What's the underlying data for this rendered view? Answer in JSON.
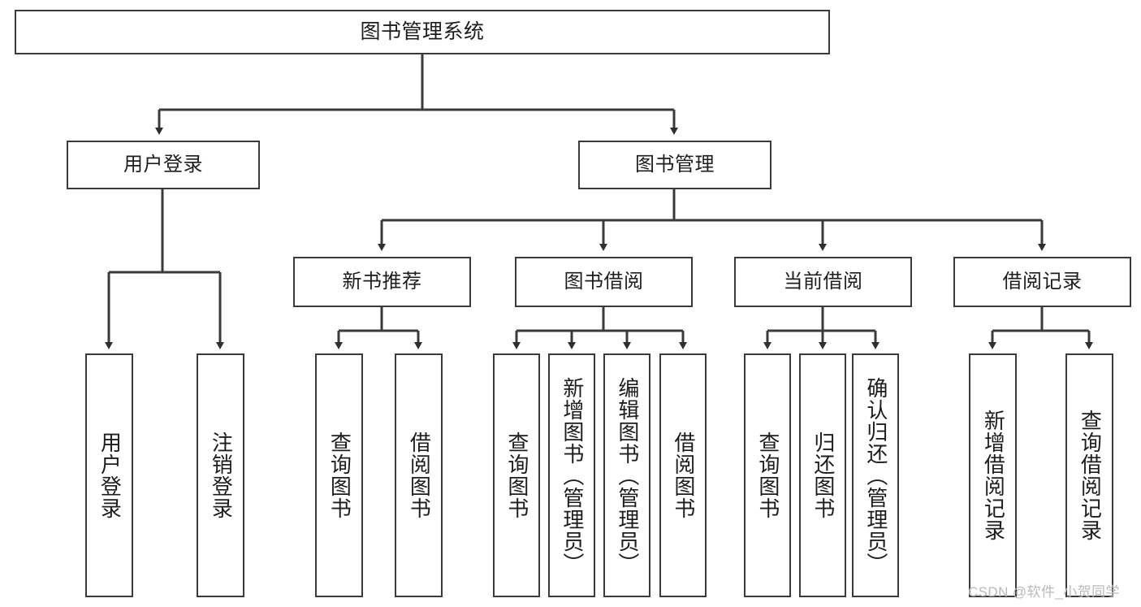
{
  "diagram": {
    "title": "图书管理系统",
    "type": "hierarchy-tree",
    "root": {
      "label": "图书管理系统"
    },
    "level1": [
      {
        "label": "用户登录"
      },
      {
        "label": "图书管理"
      }
    ],
    "level2": [
      {
        "label": "新书推荐"
      },
      {
        "label": "图书借阅"
      },
      {
        "label": "当前借阅"
      },
      {
        "label": "借阅记录"
      }
    ],
    "leaves": {
      "user_login": [
        {
          "label": "用户登录"
        },
        {
          "label": "注销登录"
        }
      ],
      "new_book_recommend": [
        {
          "label": "查询图书"
        },
        {
          "label": "借阅图书"
        }
      ],
      "book_borrow": [
        {
          "label": "查询图书"
        },
        {
          "label": "新增图书（管理员）"
        },
        {
          "label": "编辑图书（管理员）"
        },
        {
          "label": "借阅图书"
        }
      ],
      "current_borrow": [
        {
          "label": "查询图书"
        },
        {
          "label": "归还图书"
        },
        {
          "label": "确认归还（管理员）"
        }
      ],
      "borrow_record": [
        {
          "label": "新增借阅记录"
        },
        {
          "label": "查询借阅记录"
        }
      ]
    }
  },
  "watermark": {
    "text": "CSDN @软件_小贺同学"
  },
  "colors": {
    "stroke": "#3a3a3a",
    "text": "#1d1d1d",
    "background": "#ffffff",
    "watermark": "#b9b9b9"
  }
}
